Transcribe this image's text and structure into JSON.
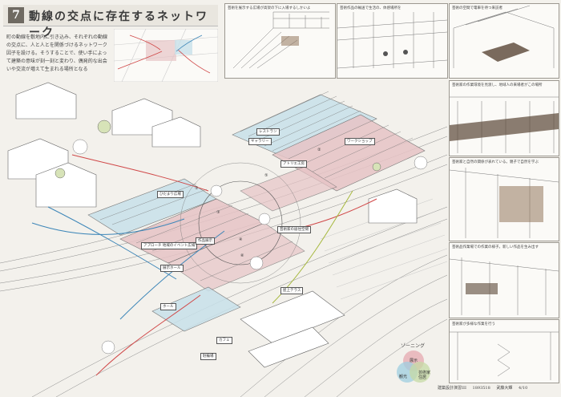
{
  "title": {
    "number": "7",
    "text": "動線の交点に存在するネットワーク"
  },
  "intro": "町の動線を敷地内に引き込み、それぞれの動線の交点に、人と人とを関係づけるネットワーク因子を設ける。そうすることで、使い手によって建築の意味が刻一刻と変わり、偶発的な出会いや交流が増えて生まれる場所となる",
  "panels": [
    {
      "caption": "芸術を展示する広場が高架の下に入場するしかいよ"
    },
    {
      "caption": "芸術作品の輸送で生活の、体感場所を"
    },
    {
      "caption": "芸術の空間で電車を待つ来訪者"
    },
    {
      "caption": "芸術家の作業環境を見渡し、地域人の来場者がこの場所"
    },
    {
      "caption": "芸術家と自然の関係が表れている。親子で自然を学ぶ"
    },
    {
      "caption": "芸術品作業場での作業の様子。新しい作品を生み出す"
    },
    {
      "caption": "芸術家が多様な作業を行う"
    }
  ],
  "labels": [
    "ひだまり広場",
    "アプローチ 地域のイベント広場",
    "ギャラリー",
    "作品展示",
    "アトリエ工房",
    "展示ホール",
    "芸術家の居住空間",
    "駐輪場",
    "ホール",
    "ワークショップ",
    "レストラン",
    "屋上テラス",
    "カフェ"
  ],
  "circle_numbers": [
    "①",
    "②",
    "③",
    "④",
    "⑤",
    "⑥"
  ],
  "zoning": {
    "title": "ゾーニング",
    "zones": [
      {
        "label": "展示",
        "color": "#e6a8b0"
      },
      {
        "label": "観光",
        "color": "#9fcde0"
      },
      {
        "label": "芸術家 住居",
        "color": "#c6d9a6"
      }
    ]
  },
  "footer": {
    "course": "建築設計演習III",
    "id": "1893518",
    "name": "武藤大輝",
    "page": "4/10"
  },
  "colors": {
    "pink": "#e7c4c6",
    "blue": "#c8e1ea",
    "line": "#555555"
  }
}
